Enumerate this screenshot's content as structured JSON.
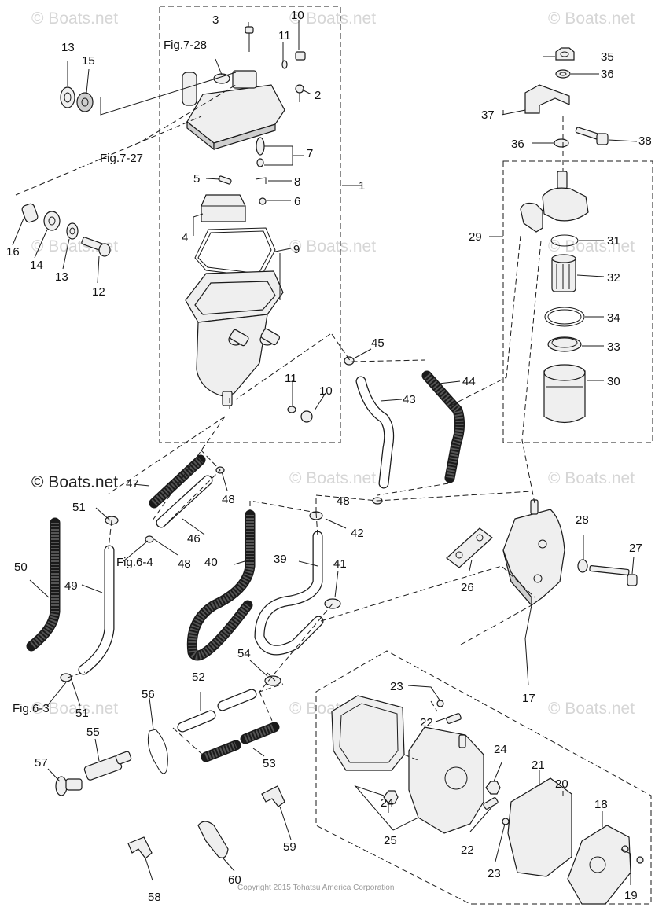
{
  "watermark": "© Boats.net",
  "copyright": "Copyright 2015 Tohatsu America Corporation",
  "figure_refs": {
    "fig_7_28": "Fig.7-28",
    "fig_7_27": "Fig.7-27",
    "fig_6_4": "Fig.6-4",
    "fig_6_3": "Fig.6-3"
  },
  "callouts": {
    "c1": "1",
    "c2": "2",
    "c3": "3",
    "c4": "4",
    "c5": "5",
    "c6": "6",
    "c7": "7",
    "c8": "8",
    "c9": "9",
    "c10a": "10",
    "c10b": "10",
    "c11a": "11",
    "c11b": "11",
    "c12": "12",
    "c13a": "13",
    "c13b": "13",
    "c14": "14",
    "c15": "15",
    "c16": "16",
    "c17": "17",
    "c18": "18",
    "c19": "19",
    "c20": "20",
    "c21": "21",
    "c22a": "22",
    "c22b": "22",
    "c23a": "23",
    "c23b": "23",
    "c24a": "24",
    "c24b": "24",
    "c25": "25",
    "c26": "26",
    "c27": "27",
    "c28": "28",
    "c29": "29",
    "c30": "30",
    "c31": "31",
    "c32": "32",
    "c33": "33",
    "c34": "34",
    "c35": "35",
    "c36a": "36",
    "c36b": "36",
    "c37": "37",
    "c38": "38",
    "c39": "39",
    "c40": "40",
    "c41": "41",
    "c42": "42",
    "c43": "43",
    "c44": "44",
    "c45": "45",
    "c46": "46",
    "c47": "47",
    "c48a": "48",
    "c48b": "48",
    "c48c": "48",
    "c49": "49",
    "c50": "50",
    "c51a": "51",
    "c51b": "51",
    "c52": "52",
    "c53": "53",
    "c54": "54",
    "c55": "55",
    "c56": "56",
    "c57": "57",
    "c58": "58",
    "c59": "59",
    "c60": "60"
  }
}
